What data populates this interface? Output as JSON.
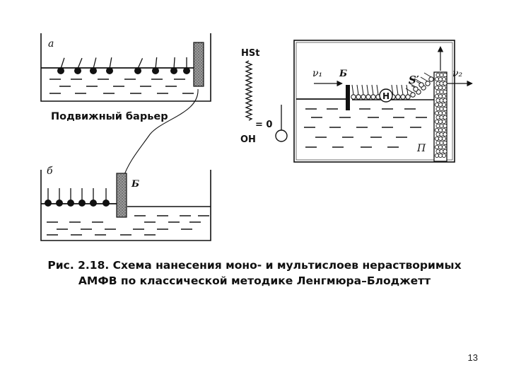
{
  "panel_a": {
    "letter": "а",
    "caption": "Подвижный барьер"
  },
  "panel_b": {
    "letter": "б",
    "barrier": "Б"
  },
  "spring": {
    "top": "HSt",
    "equals": "= 0",
    "bottom": "OH"
  },
  "panel_c": {
    "v1": "ν₁",
    "v2": "ν₂",
    "barrier": "Б",
    "s_prime": "S′",
    "h": "H",
    "substrate": "П"
  },
  "caption": {
    "fig_label": "Рис. 2.18.",
    "line1": "Схема нанесения моно- и мультислоев нерастворимых",
    "line2": "АМФВ по классической методике Ленгмюра–Блоджетт"
  },
  "page_number": "13"
}
